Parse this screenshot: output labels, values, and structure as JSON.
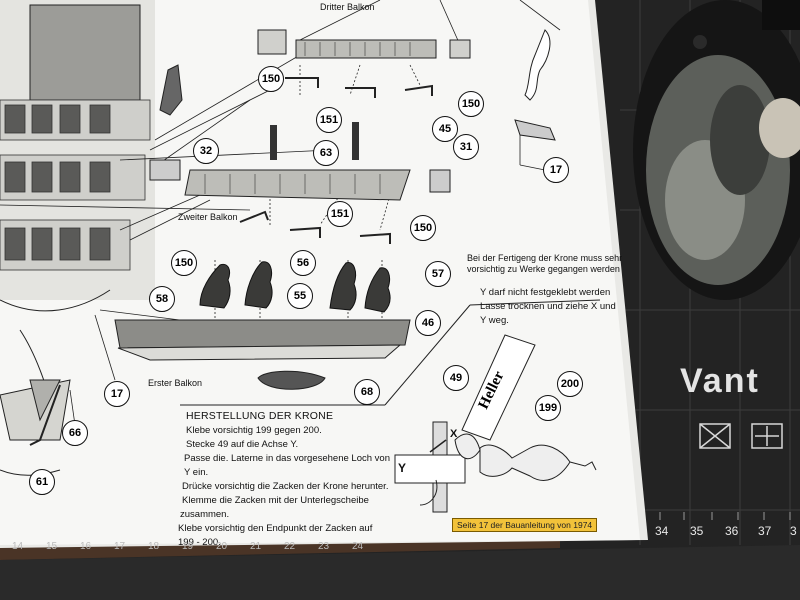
{
  "title": "HERSTELLUNG DER KRONE",
  "balcony_labels": {
    "third": "Dritter Balkon",
    "second": "Zweiter Balkon",
    "first": "Erster Balkon"
  },
  "note_crown": [
    "Bei der Fertigeng der Krone muss sehr",
    "vorsichtig zu Werke gegangen werden"
  ],
  "note_y": [
    "Y darf nicht festgeklebt werden",
    "Lasse trocknen und ziehe X und",
    "Y weg."
  ],
  "instructions": [
    "Klebe vorsichtig 199 gegen 200.",
    "Stecke 49 auf die Achse Y.",
    "Passe die. Laterne in das vorgesehene Loch von",
    "Y ein.",
    "Drücke vorsichtig die Zacken der Krone herunter.",
    "Klemme die Zacken mit der Unterlegscheibe",
    "zusammen.",
    "Klebe vorsichtig den Endpunkt der Zacken auf",
    "199 -  200."
  ],
  "brand": "Heller",
  "page_caption": "Seite 17 der Bauanleitung von 1974",
  "axis_letters": {
    "x": "X",
    "y": "Y"
  },
  "part_numbers": {
    "p150a": "150",
    "p151a": "151",
    "p150b": "150",
    "p63": "63",
    "p45": "45",
    "p32": "32",
    "p31": "31",
    "p17a": "17",
    "p150c": "150",
    "p151b": "151",
    "p150d": "150",
    "p56": "56",
    "p57": "57",
    "p58": "58",
    "p55": "55",
    "p46": "46",
    "p17b": "17",
    "p68": "68",
    "p66": "66",
    "p61": "61",
    "p49": "49",
    "p200": "200",
    "p199": "199"
  },
  "mat_brand": "Vant",
  "mat_ruler": [
    "34",
    "35",
    "36",
    "37",
    "3"
  ],
  "bottom_ruler": [
    "14",
    "15",
    "16",
    "17",
    "18",
    "19",
    "20",
    "21",
    "22",
    "23",
    "24"
  ],
  "colors": {
    "paper": "#f7f7f5",
    "mat": "#232323",
    "table": "#4a3426",
    "caption_bg": "#f2c23a"
  }
}
